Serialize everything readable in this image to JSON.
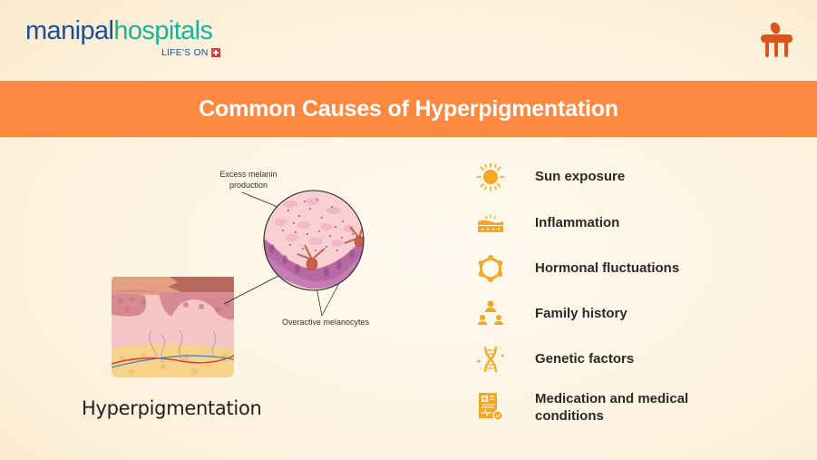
{
  "brand": {
    "name_part1": "manipal",
    "name_part2": "hospitals",
    "tagline": "LIFE'S ON",
    "colors": {
      "primary_blue": "#1b4f9c",
      "teal": "#1bb19b",
      "orange": "#fd8940",
      "icon_yellow": "#f5a623",
      "tag_red": "#e63a36"
    }
  },
  "banner": {
    "title": "Common Causes of Hyperpigmentation"
  },
  "illustration": {
    "callout_excess": "Excess melanin production",
    "callout_overactive": "Overactive melanocytes",
    "caption": "Hyperpigmentation"
  },
  "causes": [
    {
      "icon": "sun-icon",
      "label": "Sun exposure"
    },
    {
      "icon": "inflammation-skin-icon",
      "label": "Inflammation"
    },
    {
      "icon": "hormone-molecule-icon",
      "label": "Hormonal fluctuations"
    },
    {
      "icon": "family-tree-icon",
      "label": "Family history"
    },
    {
      "icon": "dna-icon",
      "label": "Genetic factors"
    },
    {
      "icon": "medical-report-icon",
      "label": "Medication and medical conditions"
    }
  ]
}
